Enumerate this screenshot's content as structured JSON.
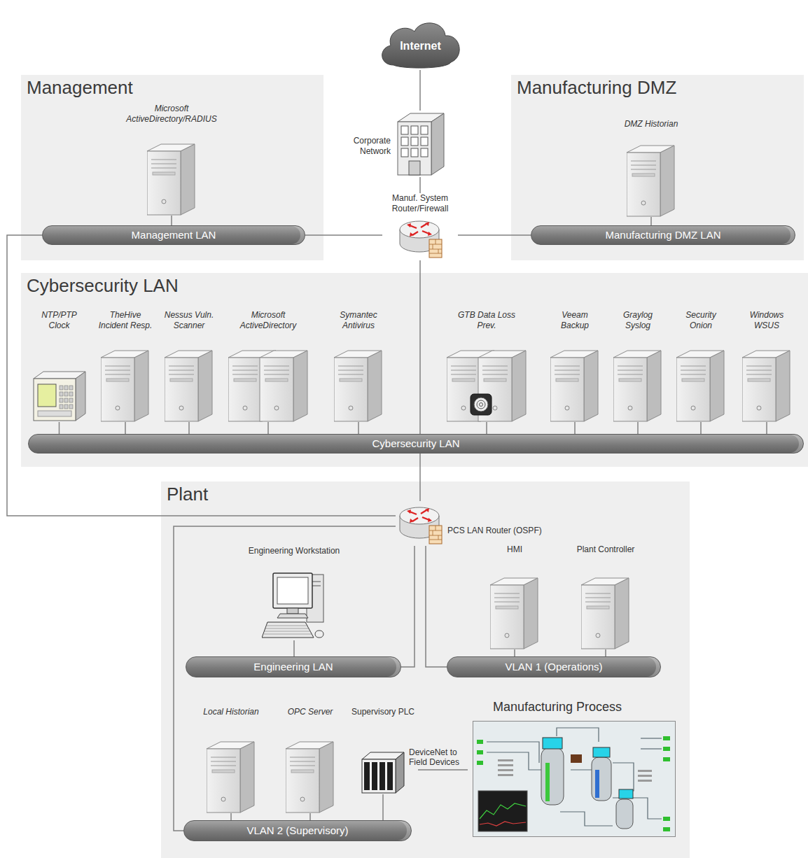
{
  "diagram": {
    "nodes": [
      {
        "text": [
          "Internet"
        ]
      },
      {
        "text": [
          "Management"
        ]
      },
      {
        "text": [
          "Microsoft ActiveDirectory/RADIUS"
        ],
        "in": 1
      },
      {
        "text": [
          "Management LAN"
        ],
        "in": 1
      },
      {
        "text": [
          "Corporate Network"
        ]
      },
      {
        "text": [
          "Manuf. System Router/Firewall"
        ]
      },
      {
        "text": [
          "Manufacturing DMZ"
        ]
      },
      {
        "text": [
          "DMZ Historian"
        ],
        "in": 6
      },
      {
        "text": [
          "Manufacturing DMZ LAN"
        ],
        "in": 6
      },
      {
        "text": [
          "Cybersecurity LAN"
        ]
      },
      {
        "text": [
          "NTP/PTP Clock"
        ],
        "in": 9
      },
      {
        "text": [
          "TheHive Incident Resp."
        ],
        "in": 9
      },
      {
        "text": [
          "Nessus Vuln. Scanner"
        ],
        "in": 9
      },
      {
        "text": [
          "Microsoft ActiveDirectory"
        ],
        "in": 9
      },
      {
        "text": [
          "Symantec Antivirus"
        ],
        "in": 9
      },
      {
        "text": [
          "GTB Data Loss Prev."
        ],
        "in": 9
      },
      {
        "text": [
          "Veeam Backup"
        ],
        "in": 9
      },
      {
        "text": [
          "Graylog Syslog"
        ],
        "in": 9
      },
      {
        "text": [
          "Security Onion"
        ],
        "in": 9
      },
      {
        "text": [
          "Windows WSUS"
        ],
        "in": 9
      },
      {
        "text": [
          "Cybersecurity LAN"
        ],
        "in": 9
      },
      {
        "text": [
          "Plant"
        ]
      },
      {
        "text": [
          "PCS LAN Router (OSPF)"
        ],
        "in": 21
      },
      {
        "text": [
          "Engineering Workstation"
        ],
        "in": 21
      },
      {
        "text": [
          "HMI"
        ],
        "in": 21
      },
      {
        "text": [
          "Plant Controller"
        ],
        "in": 21
      },
      {
        "text": [
          "Engineering LAN"
        ],
        "in": 21
      },
      {
        "text": [
          "VLAN 1 (Operations)"
        ],
        "in": 21
      },
      {
        "text": [
          "Local Historian"
        ],
        "in": 21
      },
      {
        "text": [
          "OPC Server"
        ],
        "in": 21
      },
      {
        "text": [
          "Supervisory PLC"
        ],
        "in": 21
      },
      {
        "text": [
          "Manufacturing Process"
        ],
        "in": 21
      },
      {
        "text": [
          "VLAN 2 (Supervisory)"
        ],
        "in": 21
      }
    ],
    "edges": [
      {
        "from": 0,
        "to": 4,
        "arrow": "none"
      },
      {
        "from": 4,
        "to": 5,
        "arrow": "none"
      },
      {
        "from": 5,
        "to": 3,
        "arrow": "none"
      },
      {
        "from": 5,
        "to": 8,
        "arrow": "none"
      },
      {
        "from": 5,
        "to": 20,
        "arrow": "none"
      },
      {
        "from": 20,
        "to": 22,
        "arrow": "none"
      },
      {
        "from": 3,
        "to": 22,
        "arrow": "none"
      },
      {
        "from": 22,
        "to": 26,
        "arrow": "none"
      },
      {
        "from": 22,
        "to": 27,
        "arrow": "none"
      },
      {
        "from": 22,
        "to": 32,
        "arrow": "none"
      },
      {
        "from": 2,
        "to": 3,
        "arrow": "none"
      },
      {
        "from": 7,
        "to": 8,
        "arrow": "none"
      },
      {
        "from": 10,
        "to": 20,
        "arrow": "none"
      },
      {
        "from": 11,
        "to": 20,
        "arrow": "none"
      },
      {
        "from": 12,
        "to": 20,
        "arrow": "none"
      },
      {
        "from": 13,
        "to": 20,
        "arrow": "none"
      },
      {
        "from": 14,
        "to": 20,
        "arrow": "none"
      },
      {
        "from": 15,
        "to": 20,
        "arrow": "none"
      },
      {
        "from": 16,
        "to": 20,
        "arrow": "none"
      },
      {
        "from": 17,
        "to": 20,
        "arrow": "none"
      },
      {
        "from": 18,
        "to": 20,
        "arrow": "none"
      },
      {
        "from": 19,
        "to": 20,
        "arrow": "none"
      },
      {
        "from": 23,
        "to": 26,
        "arrow": "none"
      },
      {
        "from": 24,
        "to": 27,
        "arrow": "none"
      },
      {
        "from": 25,
        "to": 27,
        "arrow": "none"
      },
      {
        "from": 28,
        "to": 32,
        "arrow": "none"
      },
      {
        "from": 29,
        "to": 32,
        "arrow": "none"
      },
      {
        "from": 30,
        "to": 32,
        "arrow": "none"
      },
      {
        "from": 30,
        "to": 31,
        "label": "DeviceNet to Field Devices",
        "arrow": "none"
      }
    ]
  }
}
